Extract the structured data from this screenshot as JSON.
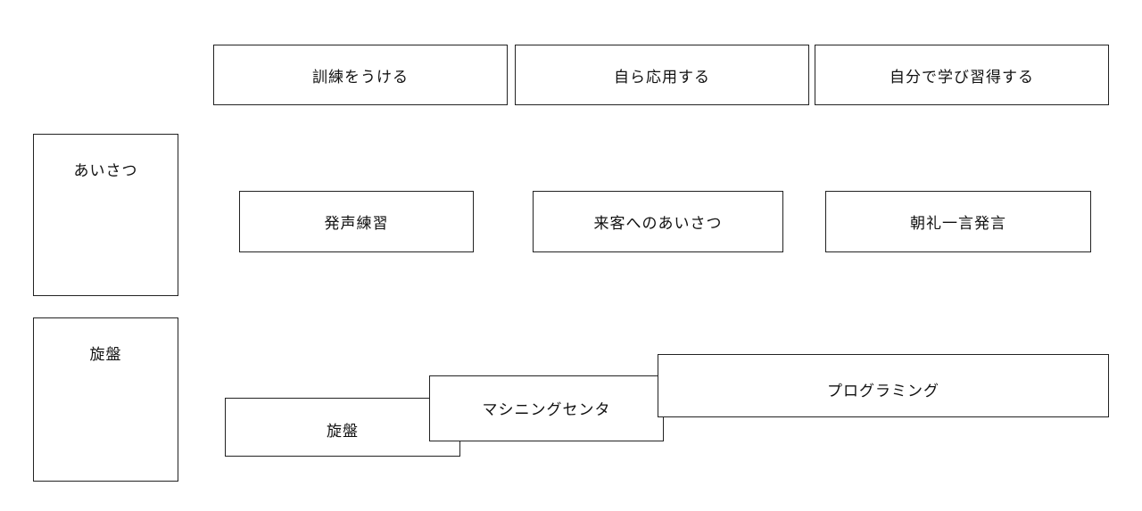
{
  "columns": {
    "training": "訓練をうける",
    "apply": "自ら応用する",
    "self_learn": "自分で学び習得する"
  },
  "rows": {
    "greeting": {
      "label": "あいさつ",
      "items": [
        "発声練習",
        "来客へのあいさつ",
        "朝礼一言発言"
      ]
    },
    "lathe": {
      "label": "旋盤",
      "items": [
        "旋盤",
        "マシニングセンタ",
        "プログラミング"
      ]
    }
  }
}
